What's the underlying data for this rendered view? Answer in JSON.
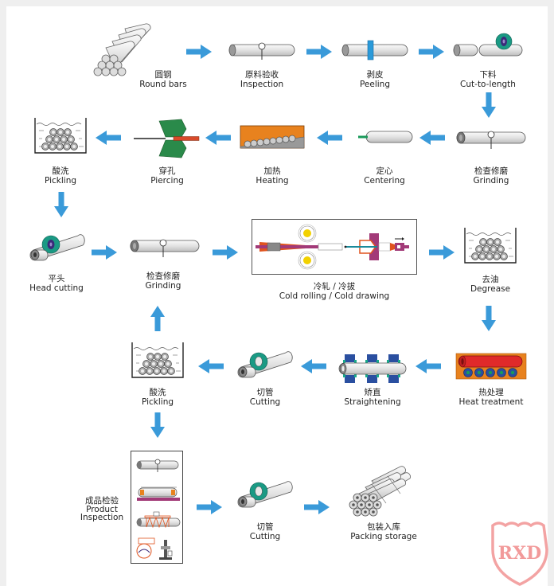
{
  "title": "Seamless steel tube production process",
  "colors": {
    "arrow": "#3a9ad9",
    "tube": "#e8e8e8",
    "tube_stroke": "#555555",
    "cutter_outer": "#1a9a84",
    "cutter_inner": "#3b2a7a",
    "furnace": "#e8821e",
    "piercer": "#2a8a4a",
    "rod_red": "#d94a2a",
    "magenta": "#a23a78",
    "yellow": "#f2d100",
    "heat_tube": "#e02a2a",
    "roller_blue": "#2a4fa0",
    "logo": "#f08080"
  },
  "steps": [
    {
      "id": "round-bars",
      "zh": "圆钢",
      "en": "Round bars"
    },
    {
      "id": "inspection",
      "zh": "原料验收",
      "en": "Inspection"
    },
    {
      "id": "peeling",
      "zh": "剥皮",
      "en": "Peeling"
    },
    {
      "id": "cut-to-length",
      "zh": "下料",
      "en": "Cut-to-length"
    },
    {
      "id": "grinding-1",
      "zh": "检查修磨",
      "en": "Grinding"
    },
    {
      "id": "centering",
      "zh": "定心",
      "en": "Centering"
    },
    {
      "id": "heating",
      "zh": "加热",
      "en": "Heating"
    },
    {
      "id": "piercing",
      "zh": "穿孔",
      "en": "Piercing"
    },
    {
      "id": "pickling-1",
      "zh": "酸洗",
      "en": "Pickling"
    },
    {
      "id": "head-cutting",
      "zh": "平头",
      "en": "Head cutting"
    },
    {
      "id": "grinding-2",
      "zh": "检查修磨",
      "en": "Grinding"
    },
    {
      "id": "cold-rolling",
      "zh": "冷轧 / 冷拔",
      "en": "Cold rolling / Cold drawing"
    },
    {
      "id": "degrease",
      "zh": "去油",
      "en": "Degrease"
    },
    {
      "id": "heat-treatment",
      "zh": "热处理",
      "en": "Heat treatment"
    },
    {
      "id": "straightening",
      "zh": "矫直",
      "en": "Straightening"
    },
    {
      "id": "cutting-1",
      "zh": "切管",
      "en": "Cutting"
    },
    {
      "id": "pickling-2",
      "zh": "酸洗",
      "en": "Pickling"
    },
    {
      "id": "product-inspection",
      "zh": "成品检验",
      "en": "Product Inspection",
      "en1": "Product",
      "en2": "Inspection"
    },
    {
      "id": "cutting-2",
      "zh": "切管",
      "en": "Cutting"
    },
    {
      "id": "packing-storage",
      "zh": "包装入库",
      "en": "Packing storage"
    }
  ],
  "logo": {
    "text": "RXD"
  }
}
